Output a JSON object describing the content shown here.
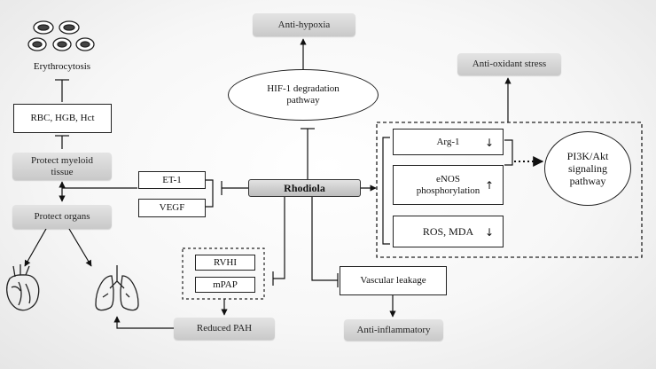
{
  "nodes": {
    "anti_hypoxia": "Anti-hypoxia",
    "hif1": "HIF-1 degradation pathway",
    "anti_oxidant": "Anti-oxidant stress",
    "erythrocytosis": "Erythrocytosis",
    "rbc": "RBC, HGB, Hct",
    "protect_myeloid": "Protect myeloid tissue",
    "protect_organs": "Protect organs",
    "et1": "ET-1",
    "vegf": "VEGF",
    "rhodiola": "Rhodiola",
    "arg1": "Arg-1",
    "enos": "eNOS phosphorylation",
    "ros": "ROS, MDA",
    "pi3k": "PI3K/Akt signaling pathway",
    "rvhi": "RVHI",
    "mpap": "mPAP",
    "reduced_pah": "Reduced PAH",
    "vascular_leakage": "Vascular leakage",
    "anti_inflammatory": "Anti-inflammatory"
  },
  "indicators": {
    "arg1": "↓",
    "enos": "↑",
    "ros": "↓"
  },
  "icons": [
    "erythrocytes-icon",
    "heart-icon",
    "lungs-icon"
  ]
}
